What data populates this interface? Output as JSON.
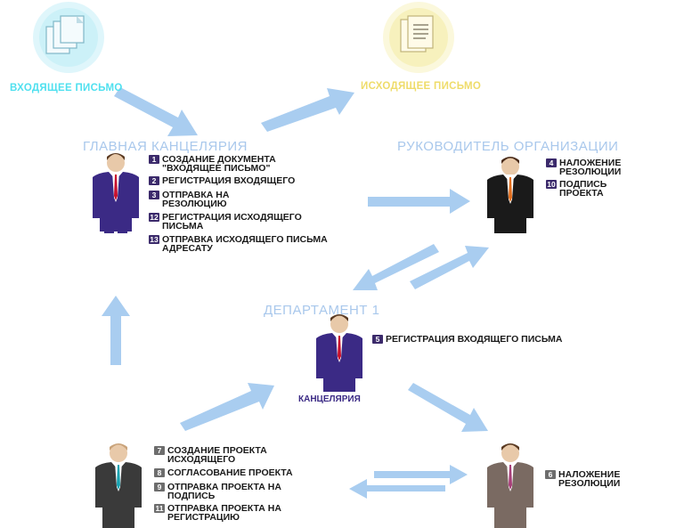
{
  "incoming_letter": {
    "label": "ВХОДЯЩЕЕ ПИСЬМО",
    "color": "#4fe0ef"
  },
  "outgoing_letter": {
    "label": "ИСХОДЯЩЕЕ ПИСЬМО",
    "color": "#f2e27a"
  },
  "main_office": {
    "title": "ГЛАВНАЯ КАНЦЕЛЯРИЯ",
    "steps": [
      {
        "num": "1",
        "text": "СОЗДАНИЕ ДОКУМЕНТА\n\"ВХОДЯЩЕЕ ПИСЬМО\""
      },
      {
        "num": "2",
        "text": "РЕГИСТРАЦИЯ ВХОДЯЩЕГО"
      },
      {
        "num": "3",
        "text": "ОТПРАВКА НА\nРЕЗОЛЮЦИЮ"
      },
      {
        "num": "12",
        "text": "РЕГИСТРАЦИЯ ИСХОДЯЩЕГО\nПИСЬМА"
      },
      {
        "num": "13",
        "text": "ОТПРАВКА ИСХОДЯЩЕГО ПИСЬМА\nАДРЕСАТУ"
      }
    ]
  },
  "org_head": {
    "title": "РУКОВОДИТЕЛЬ ОРГАНИЗАЦИИ",
    "steps": [
      {
        "num": "4",
        "text": "НАЛОЖЕНИЕ\nРЕЗОЛЮЦИИ"
      },
      {
        "num": "10",
        "text": "ПОДПИСЬ\nПРОЕКТА"
      }
    ]
  },
  "department": {
    "title": "ДЕПАРТАМЕНТ 1",
    "caption": "КАНЦЕЛЯРИЯ",
    "steps": [
      {
        "num": "5",
        "text": "РЕГИСТРАЦИЯ ВХОДЯЩЕГО ПИСЬМА"
      }
    ]
  },
  "executor": {
    "steps": [
      {
        "num": "7",
        "text": "СОЗДАНИЕ ПРОЕКТА\nИСХОДЯЩЕГО"
      },
      {
        "num": "8",
        "text": "СОГЛАСОВАНИЕ ПРОЕКТА"
      },
      {
        "num": "9",
        "text": "ОТПРАВКА ПРОЕКТА НА\nПОДПИСЬ"
      },
      {
        "num": "11",
        "text": "ОТПРАВКА ПРОЕКТА НА\nРЕГИСТРАЦИЮ"
      }
    ]
  },
  "reviewer": {
    "steps": [
      {
        "num": "6",
        "text": "НАЛОЖЕНИЕ\nРЕЗОЛЮЦИИ"
      }
    ]
  },
  "colors": {
    "arrow": "#a9cdf0",
    "title": "#a9c8ec",
    "suit_purple": "#3b2a85",
    "suit_black": "#1a1a1a",
    "suit_gray": "#3a3a3a",
    "suit_brown": "#7a6a62"
  }
}
